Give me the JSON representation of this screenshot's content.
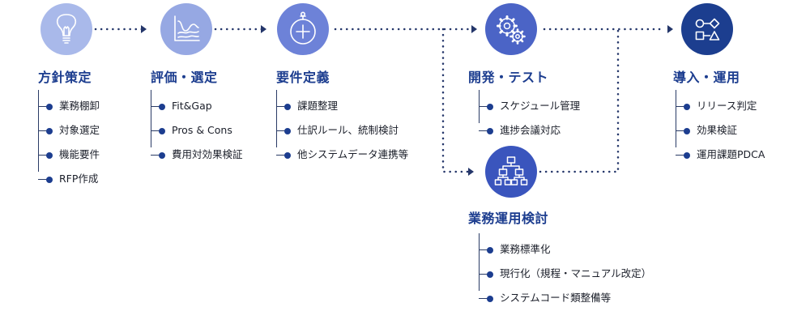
{
  "colors": {
    "light": "#a9b9ea",
    "mid": "#6d82d8",
    "dark": "#2f4bb0",
    "navy": "#1c3e8f"
  },
  "stages": [
    {
      "key": "s1",
      "title": "方針策定",
      "icon": "lightbulb-icon",
      "items": [
        "業務棚卸",
        "対象選定",
        "機能要件",
        "RFP作成"
      ]
    },
    {
      "key": "s2",
      "title": "評価・選定",
      "icon": "line-chart-icon",
      "items": [
        "Fit&Gap",
        "Pros & Cons",
        "費用対効果検証"
      ]
    },
    {
      "key": "s3",
      "title": "要件定義",
      "icon": "compass-icon",
      "items": [
        "課題整理",
        "仕訳ルール、統制検討",
        "他システムデータ連携等"
      ]
    },
    {
      "key": "s4",
      "title": "開発・テスト",
      "icon": "gears-icon",
      "items": [
        "スケジュール管理",
        "進捗会議対応"
      ]
    },
    {
      "key": "s5",
      "title": "業務運用検討",
      "icon": "org-chart-icon",
      "items": [
        "業務標準化",
        "現行化（規程・マニュアル改定）",
        "システムコード類整備等"
      ]
    },
    {
      "key": "s6",
      "title": "導入・運用",
      "icon": "shapes-icon",
      "items": [
        "リリース判定",
        "効果検証",
        "運用課題PDCA"
      ]
    }
  ]
}
